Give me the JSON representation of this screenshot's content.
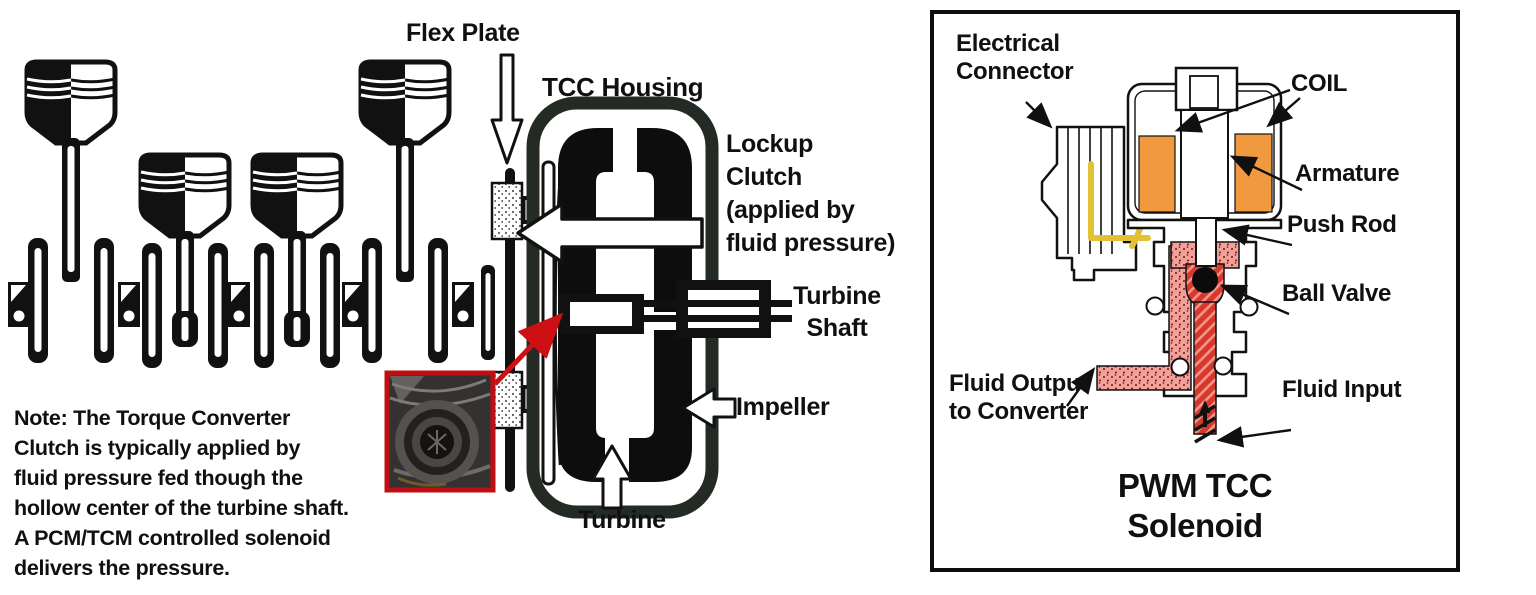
{
  "left_diagram": {
    "labels": {
      "flex_plate": "Flex Plate",
      "tcc_housing": "TCC Housing",
      "lockup_clutch": "Lockup\nClutch\n(applied by\nfluid pressure)",
      "turbine_shaft": "Turbine\nShaft",
      "impeller": "Impeller",
      "turbine": "Turbine",
      "note": "Note: The Torque Converter\nClutch is typically applied by\nfluid pressure fed though the\nhollow center of the turbine shaft.\nA PCM/TCM controlled solenoid\ndelivers the pressure."
    }
  },
  "right_panel": {
    "title": "PWM TCC\nSolenoid",
    "labels": {
      "electrical_connector": "Electrical\nConnector",
      "coil": "COIL",
      "armature": "Armature",
      "push_rod": "Push Rod",
      "ball_valve": "Ball Valve",
      "fluid_output": "Fluid Output\nto Converter",
      "fluid_input": "Fluid Input"
    }
  },
  "colors": {
    "coil_orange": "#F0993F",
    "fluid_red": "#D8382B",
    "fluid_pink": "#F0A29A",
    "wire_yellow": "#E2C135",
    "inset_red": "#C00F12",
    "housing_dark": "#242B25",
    "ink": "#101010"
  }
}
